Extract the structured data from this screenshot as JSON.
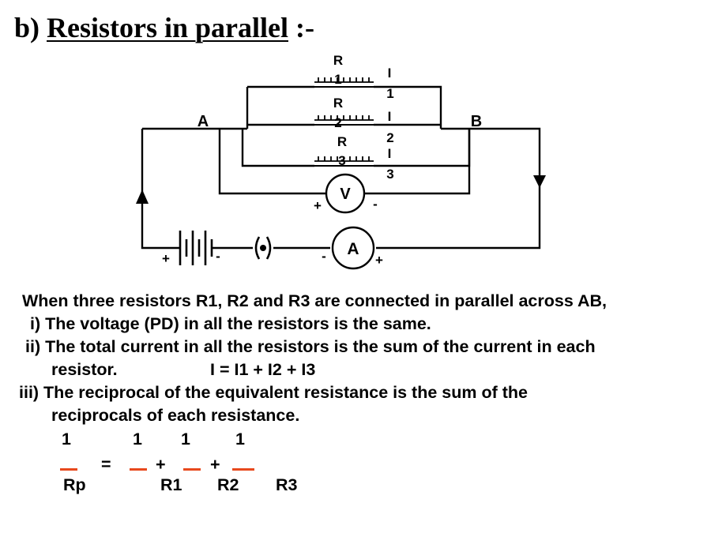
{
  "heading": {
    "prefix": "b)",
    "title": "Resistors in parallel",
    "suffix": ":-"
  },
  "circuit": {
    "node_a": "A",
    "node_b": "B",
    "resistors": [
      {
        "top": "R",
        "bottom": "1"
      },
      {
        "top": "R",
        "bottom": "2"
      },
      {
        "top": "R",
        "bottom": "3"
      }
    ],
    "currents": [
      {
        "top": "I",
        "bottom": "1"
      },
      {
        "top": "I",
        "bottom": "2"
      },
      {
        "top": "I",
        "bottom": "3"
      }
    ],
    "voltmeter": "V",
    "ammeter": "A",
    "plus": "+",
    "minus": "-"
  },
  "text": {
    "intro": "When three resistors R1, R2 and R3 are connected in parallel across AB,",
    "point1": "i) The voltage (PD) in all the resistors is the same.",
    "point2": "ii) The total current in all the resistors is the sum of the current in each",
    "point2_cont": "resistor.",
    "point2_formula": "I = I1 +  I2 +  I3",
    "point3": "iii) The reciprocal of the equivalent resistance is the sum of the",
    "point3_cont": "reciprocals of each resistance."
  },
  "formula": {
    "numerator": "1",
    "equals": "=",
    "plus": "+",
    "denominators": [
      "Rp",
      "R1",
      "R2",
      "R3"
    ],
    "fraction_bar_color": "#e8491d"
  }
}
